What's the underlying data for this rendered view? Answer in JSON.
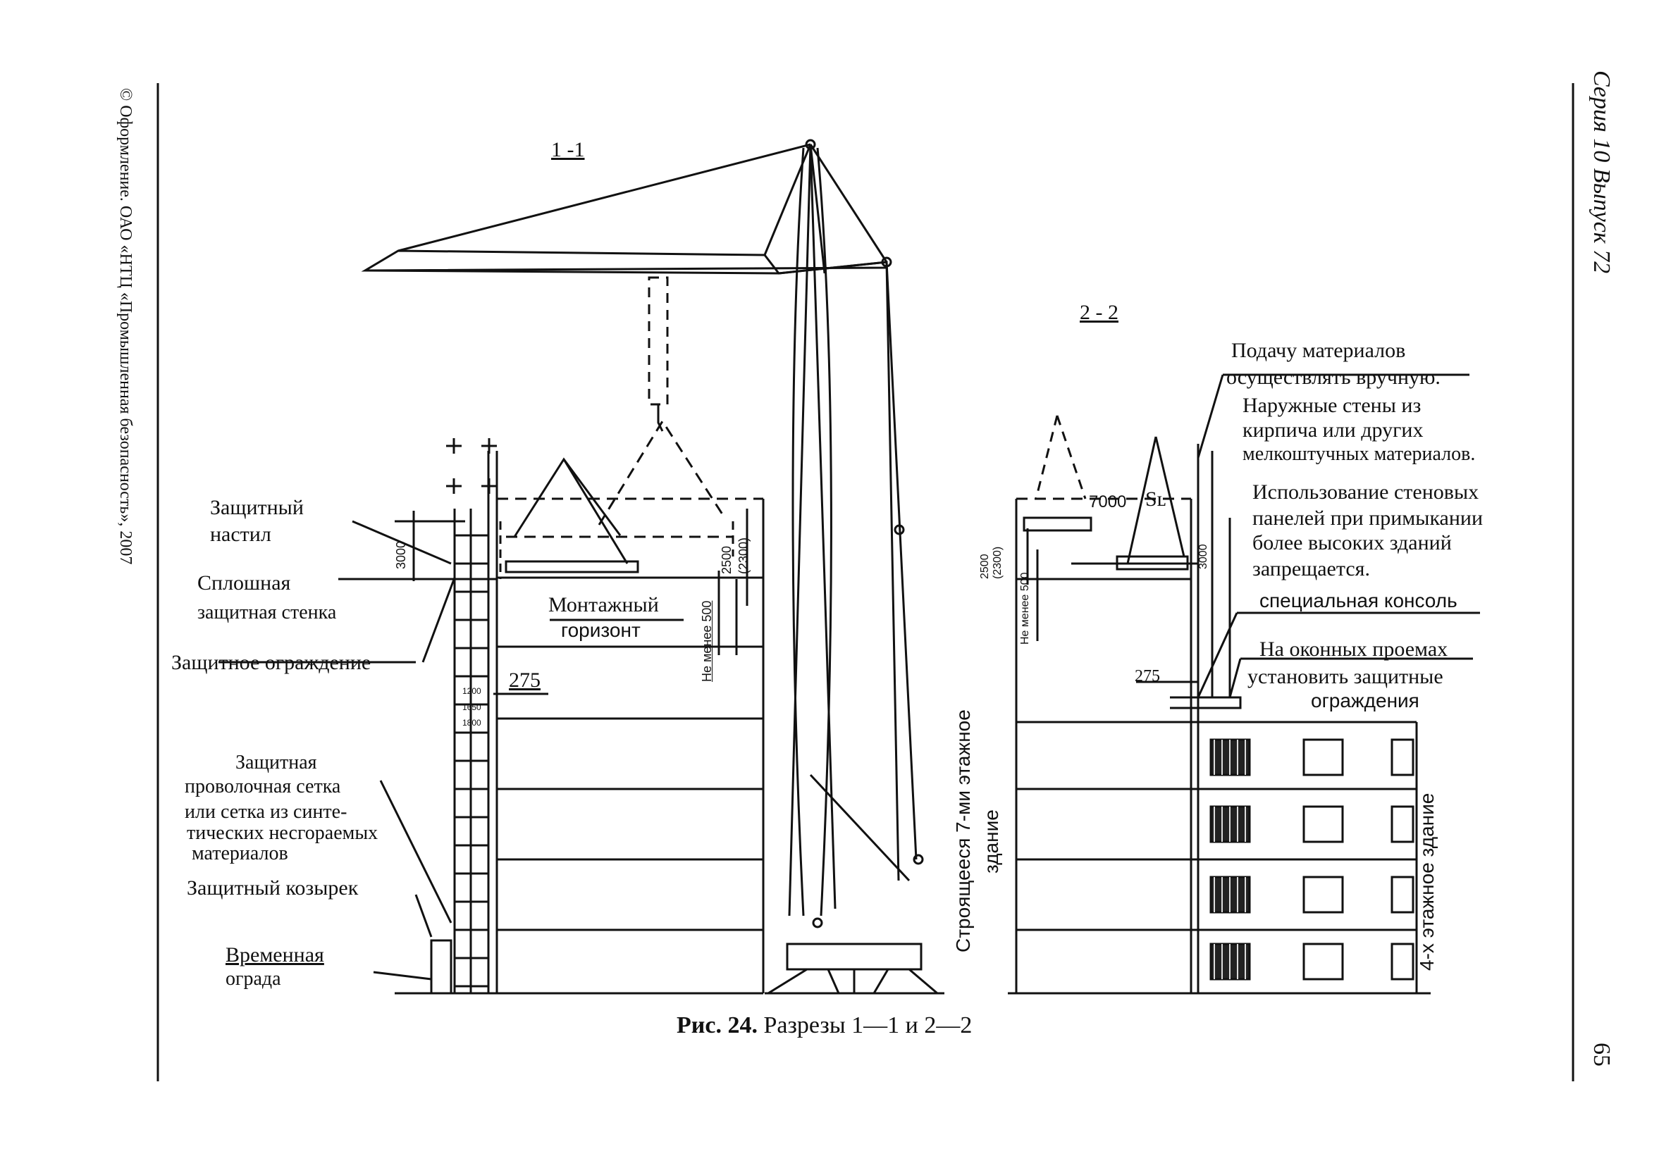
{
  "header": {
    "series": "Серия 10 Выпуск 72",
    "page_number": "65",
    "copyright": "© Оформление. ОАО «НТЦ «Промышленная безопасность», 2007"
  },
  "caption": {
    "prefix": "Рис. 24.",
    "text": "Разрезы 1—1 и 2—2"
  },
  "section_1": {
    "title": "1 -1",
    "labels": {
      "protective_deck": [
        "Защитный",
        "настил"
      ],
      "solid_wall": [
        "Сплошная",
        "защитная стенка"
      ],
      "assembly_horizon": [
        "Монтажный",
        "горизонт"
      ],
      "protective_fence": "Защитное ограждение",
      "wire_mesh": [
        "Защитная",
        "проволочная сетка",
        "или сетка из синте-",
        "тических несгораемых",
        "материалов"
      ],
      "canopy": "Защитный козырек",
      "temp_fence": [
        "Временная",
        "ограда"
      ]
    },
    "dims": {
      "d3000": "3000",
      "d2500": "2500",
      "d2300": "(2300)",
      "not_less_500": "Не менее 500",
      "d275": "275",
      "d1200": "1200",
      "d1650": "1650",
      "d1800": "1800"
    }
  },
  "section_2": {
    "title": "2 - 2",
    "labels": {
      "note_manual": [
        "Подачу материалов",
        "осуществлять вручную."
      ],
      "note_walls": [
        "Наружные стены из",
        "кирпича или других",
        "мелкоштучных материалов."
      ],
      "note_panels": [
        "Использование стеновых",
        "панелей при примыкании",
        "более высоких зданий",
        "запрещается."
      ],
      "console": "специальная консоль",
      "window_guard": [
        "На оконных проемах",
        "установить защитные",
        "ограждения"
      ],
      "building_7": [
        "Строящееся 7-ми этажное",
        "здание"
      ],
      "building_4": "4-х этажное здание"
    },
    "dims": {
      "d7000": "7000",
      "sl": "Sʟ",
      "d2500": "2500",
      "d2300": "(2300)",
      "not_less_500": "Не менее 500",
      "d3000": "3000",
      "d275": "275"
    }
  }
}
